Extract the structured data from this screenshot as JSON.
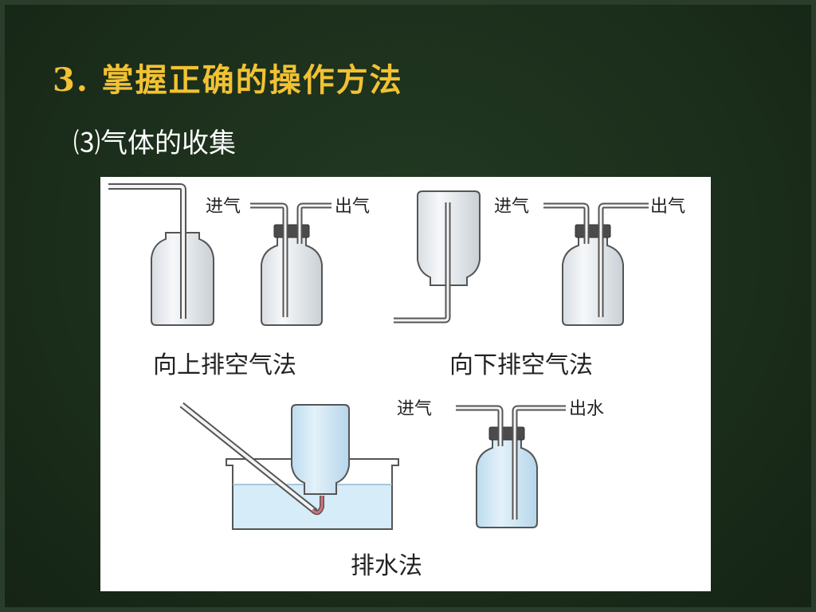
{
  "slide": {
    "title": "3. 掌握正确的操作方法",
    "subtitle": "⑶气体的收集"
  },
  "diagram": {
    "labels": {
      "gas_in": "进气",
      "gas_out": "出气",
      "water_out": "出水"
    },
    "methods": {
      "upward_air": "向上排空气法",
      "downward_air": "向下排空气法",
      "water_displacement": "排水法"
    }
  },
  "colors": {
    "background": "#1d2e1c",
    "title": "#f2c233",
    "subtitle": "#ffffff",
    "water": "#d6ecf8",
    "glass": "#e8eef2"
  }
}
